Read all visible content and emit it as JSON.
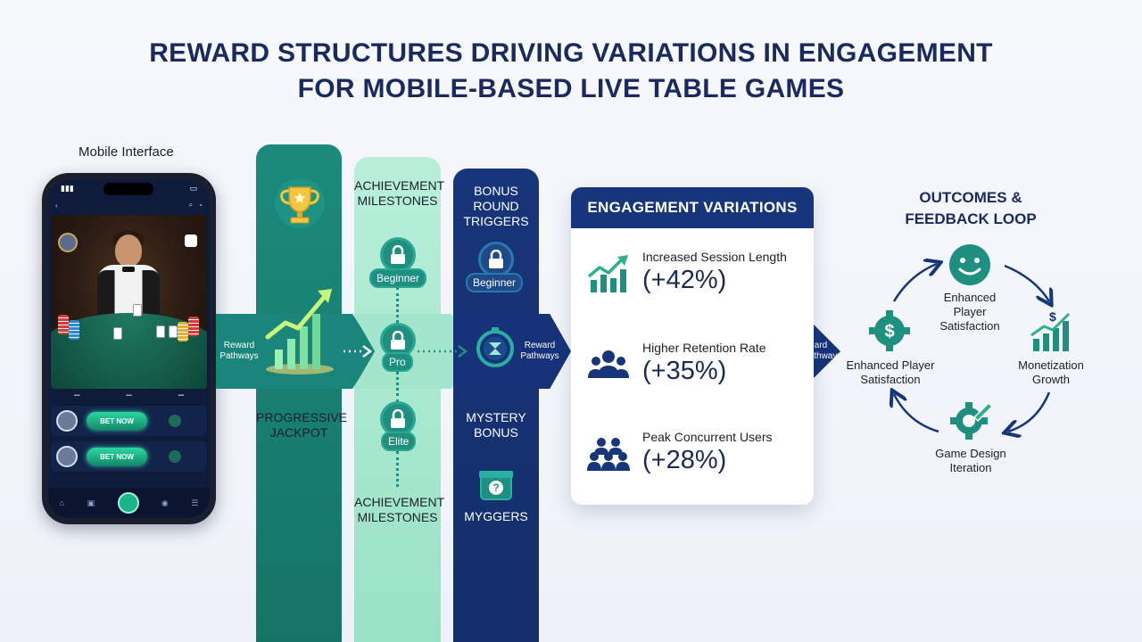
{
  "title": {
    "line1": "REWARD STRUCTURES DRIVING VARIATIONS IN ENGAGEMENT",
    "line2": "FOR MOBILE-BASED LIVE TABLE GAMES"
  },
  "phone": {
    "label": "Mobile Interface",
    "bet_button_1": "BET NOW",
    "bet_button_2": "BET NOW"
  },
  "flow": {
    "reward_pathways_1": "Reward Pathways",
    "reward_pathways_2": "Reward Pathways",
    "reward_pathways_3": "ard Pathways"
  },
  "progressive": {
    "label_line1": "PROGRESSIVE",
    "label_line2": "JACKPOT"
  },
  "achievement": {
    "top_line1": "ACHIEVEMENT",
    "top_line2": "MILESTONES",
    "tiers": [
      "Beginner",
      "Pro",
      "Elite"
    ],
    "bottom_line1": "ACHIEVEMENT",
    "bottom_line2": "MILESTONES"
  },
  "bonus": {
    "top_line1": "BONUS",
    "top_line2": "ROUND",
    "top_line3": "TRIGGERS",
    "tier": "Beginner",
    "mystery_line1": "MYSTERY",
    "mystery_line2": "BONUS",
    "bottom": "MYGGERS"
  },
  "engagement": {
    "heading": "ENGAGEMENT VARIATIONS",
    "metrics": [
      {
        "label": "Increased Session Length",
        "value": "(+42%)",
        "icon": "growth-chart-icon"
      },
      {
        "label": "Higher Retention Rate",
        "value": "(+35%)",
        "icon": "users-group-icon"
      },
      {
        "label": "Peak Concurrent Users",
        "value": "(+28%)",
        "icon": "crowd-icon"
      }
    ]
  },
  "outcomes": {
    "title_line1": "OUTCOMES &",
    "title_line2": "FEEDBACK LOOP",
    "nodes": [
      {
        "line1": "Enhanced",
        "line2": "Player",
        "line3": "Satisfaction",
        "icon": "smiley-icon"
      },
      {
        "line1": "Monetization",
        "line2": "Growth",
        "icon": "money-chart-icon"
      },
      {
        "line1": "Game Design",
        "line2": "Iteration",
        "icon": "gear-pencil-icon"
      },
      {
        "line1": "Enhanced Player",
        "line2": "Satisfaction",
        "icon": "dollar-gear-icon"
      }
    ]
  },
  "colors": {
    "navy": "#17357a",
    "teal": "#1b8a7c",
    "mint": "#b9efd9",
    "title": "#1b2a5e"
  }
}
